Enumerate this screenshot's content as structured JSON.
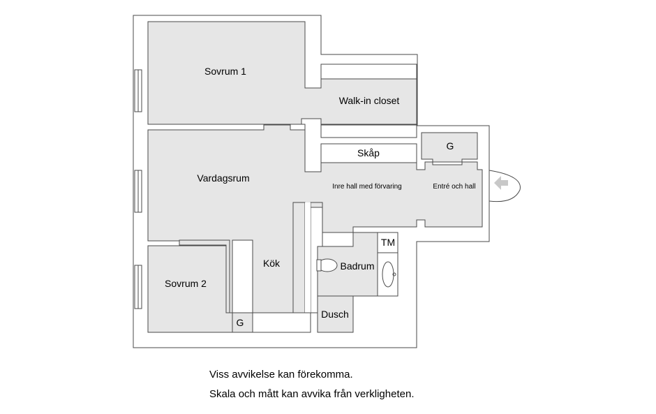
{
  "rooms": {
    "sovrum1": "Sovrum 1",
    "walkin": "Walk-in closet",
    "skap": "Skåp",
    "g_entry": "G",
    "vardagsrum": "Vardagsrum",
    "inre_hall": "Inre hall med förvaring",
    "entre": "Entré och hall",
    "tm": "TM",
    "kok": "Kök",
    "badrum": "Badrum",
    "sovrum2": "Sovrum 2",
    "g_bedroom": "G",
    "dusch": "Dusch"
  },
  "notes": {
    "line1": "Viss avvikelse kan förekomma.",
    "line2": "Skala och mått kan avvika från verkligheten."
  },
  "colors": {
    "floor": "#e6e6e6",
    "wall_stroke": "#4a4a4a",
    "door_arrow": "#c8c8c8"
  }
}
